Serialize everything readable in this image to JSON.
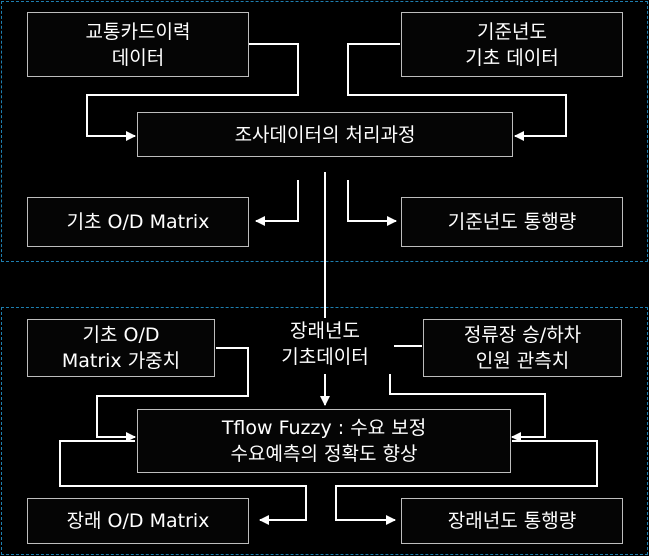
{
  "top": {
    "card_data": "교통카드이력\n데이터",
    "base_year_data": "기준년도\n기초 데이터",
    "processing": "조사데이터의 처리과정",
    "base_od": "기초 O/D Matrix",
    "base_traffic": "기준년도 통행량"
  },
  "bottom": {
    "od_weight": "기초 O/D\nMatrix 가중치",
    "future_data": "장래년도\n기초데이터",
    "stop_survey": "정류장 승/하차\n인원 관측치",
    "tflow": "Tflow Fuzzy : 수요 보정\n수요예측의 정확도 향상",
    "future_od": "장래 O/D Matrix",
    "future_traffic": "장래년도 통행량"
  },
  "colors": {
    "background": "#000000",
    "box_border": "#bdbdbd",
    "panel_border": "#1e7fb0",
    "arrow": "#ffffff"
  }
}
